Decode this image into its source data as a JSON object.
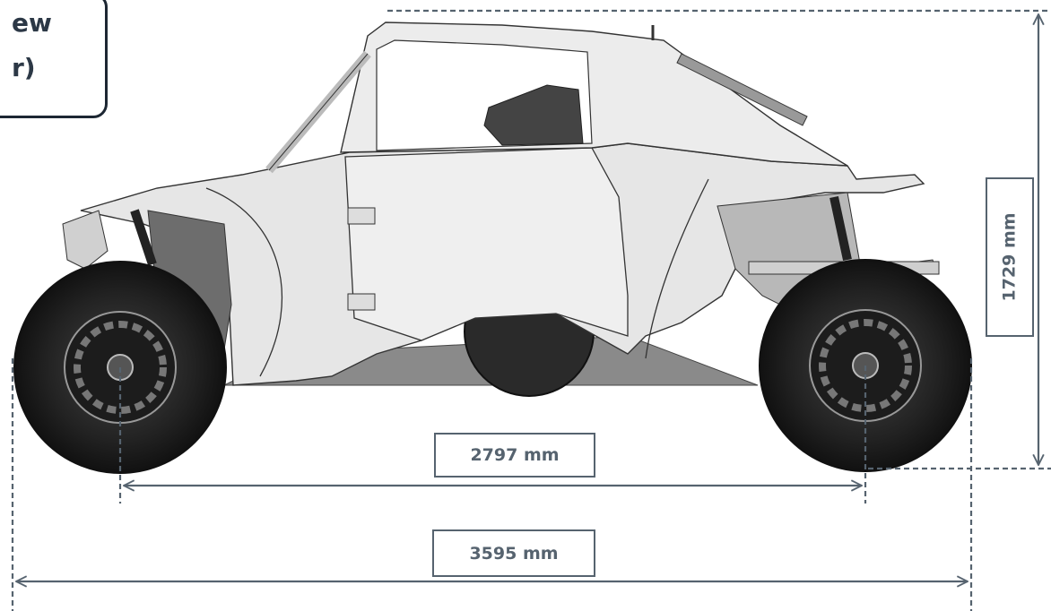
{
  "title": {
    "line1": "ew",
    "line2": "r)"
  },
  "dimensions": {
    "wheelbase": "2797 mm",
    "overall_length": "3595 mm",
    "height": "1729 mm"
  },
  "colors": {
    "dimension_line": "#56636f",
    "title_border": "#1d2733",
    "vehicle_shade": "#d9d9d9"
  }
}
